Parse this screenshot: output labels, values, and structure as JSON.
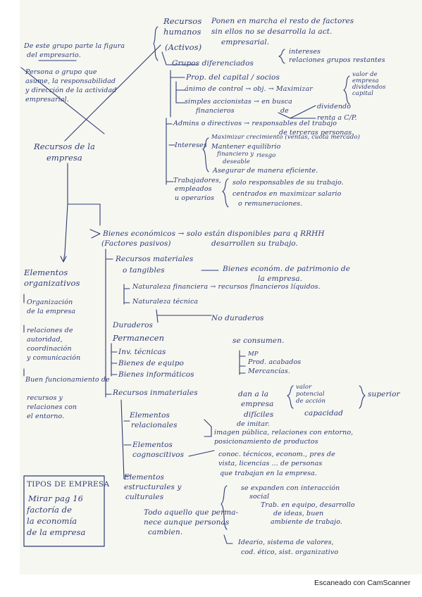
{
  "notes": {
    "n01": "Recursos",
    "n02": "humanos",
    "n03": "(Activos)",
    "n04": "Ponen en marcha el resto de factores",
    "n05": "sin ellos no se desarrolla la act.",
    "n06": "empresarial.",
    "n07": "De este grupo parte la figura",
    "n08": "del empresario.",
    "n09": "Persona o grupo que",
    "n10": "asume, la responsabilidad",
    "n11": "y dirección de la actividad",
    "n12": "empresarial.",
    "n13": "Grupos diferenciados",
    "n14": "intereses",
    "n15": "relaciones grupos restantes",
    "n16": "Prop. del capital / socios",
    "n17": "ánimo de control → obj. → Maximizar",
    "n18": "valor de",
    "n19": "empresa",
    "n20": "dividendos",
    "n21": "capital",
    "n22": "simples accionistas → en busca",
    "n23": "financieros",
    "n24": "de",
    "n25": "dividendo",
    "n26": "renta a C/P.",
    "n27": "Admins o directivos → responsables del trabajo",
    "n28": "de terceras personas.",
    "n29": "Intereses",
    "n30": "Maximizar crecimiento (ventas, cuota mercado)",
    "n31": "Mantener equilibrio",
    "n32": "financiero y",
    "n33": "riesgo",
    "n34": "deseable",
    "n35": "Asegurar de manera eficiente.",
    "n36": "Recursos de la",
    "n37": "empresa",
    "n38": "Trabajadores,",
    "n39": "empleados",
    "n40": "u operarios",
    "n41": "solo responsables de su trabajo.",
    "n42": "centrados en maximizar salario",
    "n43": "o remuneraciones.",
    "n44": "Bienes económicos → solo están disponibles para q RRHH",
    "n45": "(Factores pasivos)",
    "n46": "desarrollen su trabajo.",
    "n47": "Recursos materiales",
    "n48": "o tangibles",
    "n49": "Bienes económ. de patrimonio de",
    "n50": "la empresa.",
    "n51": "Elementos",
    "n52": "organizativos",
    "n53": "Naturaleza financiera → recursos financieros líquidos.",
    "n54": "Organización",
    "n55": "de la empresa",
    "n56": "Naturaleza técnica",
    "n57": "relaciones de",
    "n58": "autoridad,",
    "n59": "coordinación",
    "n60": "y comunicación",
    "n61": "Duraderos",
    "n62": "No duraderos",
    "n63": "Permanecen",
    "n64": "se consumen.",
    "n65": "Inv. técnicas",
    "n66": "MP",
    "n67": "Bienes de equipo",
    "n68": "Prod. acabados",
    "n69": "Bienes informáticos",
    "n70": "Mercancías.",
    "n71": "Buen funcionamiento de",
    "n72": "recursos y",
    "n73": "relaciones con",
    "n74": "el entorno.",
    "n75": "Recursos inmateriales",
    "n76": "dan a la",
    "n77": "empresa",
    "n78": "valor",
    "n79": "potencial",
    "n80": "de acción",
    "n81": "difíciles",
    "n82": "de imitar.",
    "n83": "capacidad",
    "n84": "superior",
    "n85": "Elementos",
    "n86": "relacionales",
    "n87": "imagen pública, relaciones con entorno,",
    "n88": "posicionamiento de productos",
    "n89": "Elementos",
    "n90": "cognoscitivos",
    "n91": "conoc. técnicos, econom., pres de",
    "n92": "vista, licencias ... de personas",
    "n93": "que trabajan en la empresa.",
    "n94": "TIPOS DE EMPRESA",
    "n95": "Mirar pag 16",
    "n96": "factoría de",
    "n97": "la economía",
    "n98": "de la empresa",
    "n99": "Elementos",
    "n100": "estructurales y",
    "n101": "culturales",
    "n102": "se expanden con interacción",
    "n103": "social",
    "n104": "Trab. en equipo, desarrollo",
    "n105": "de ideas, buen",
    "n106": "Todo aquello que perma-",
    "n107": "nece aunque personas",
    "n108": "cambien.",
    "n109": "ambiente de trabajo.",
    "n110": "Ideario, sistema de valores,",
    "n111": "cod. ético, sist. organizativo"
  },
  "footer": "Escaneado con CamScanner",
  "colors": {
    "ink": "#2d3b74",
    "paper": "#f7f7f2",
    "background": "#ffffff",
    "footer": "#222222"
  }
}
